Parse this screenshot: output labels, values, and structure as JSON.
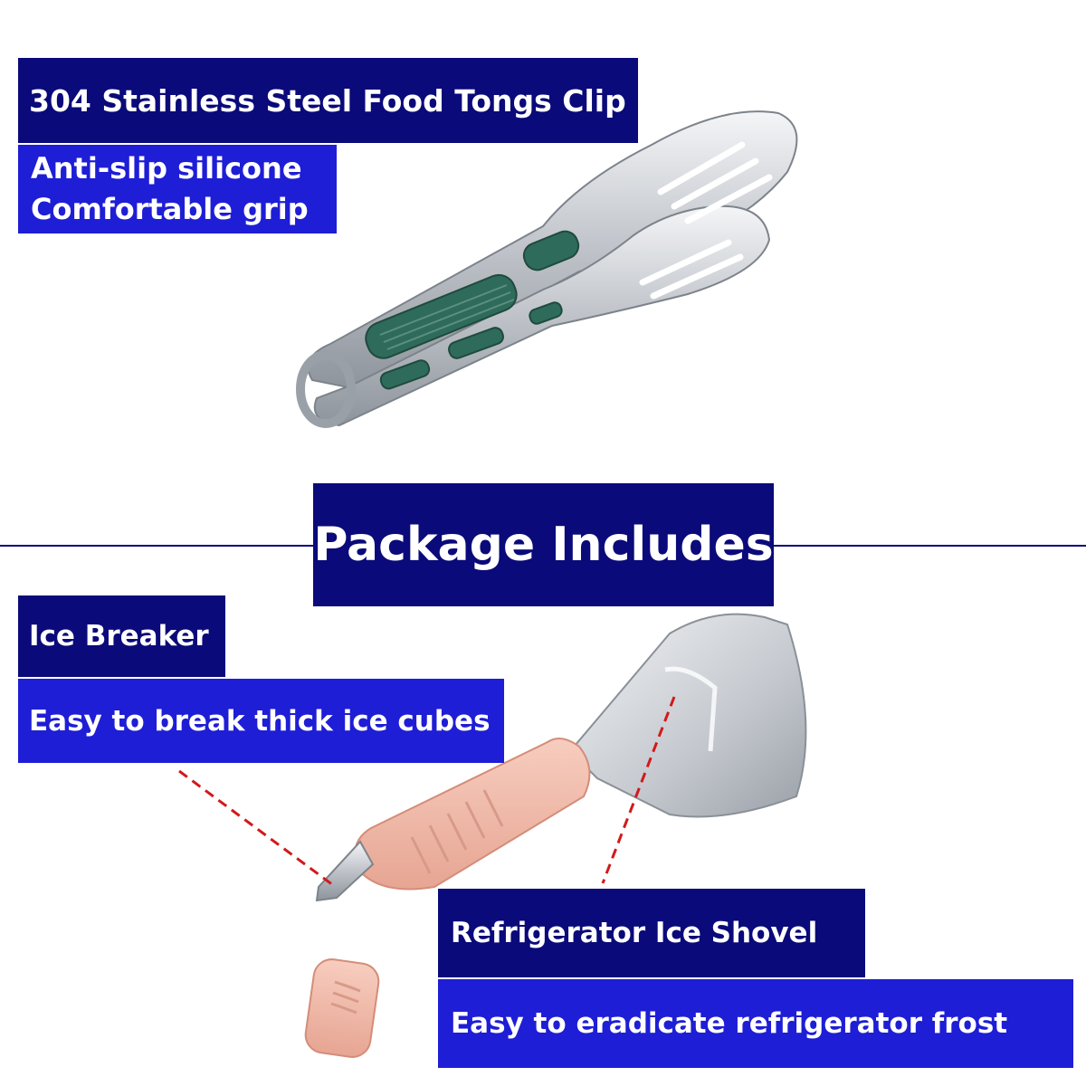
{
  "tongs": {
    "title": "304 Stainless Steel Food Tongs Clip",
    "feature_line1": "Anti-slip silicone",
    "feature_line2": "Comfortable grip"
  },
  "package": {
    "heading": "Package Includes"
  },
  "ice_breaker": {
    "title": "Ice Breaker",
    "description": "Easy to break thick ice cubes"
  },
  "ice_shovel": {
    "title": "Refrigerator Ice Shovel",
    "description": "Easy to eradicate refrigerator frost"
  },
  "colors": {
    "label_dark": "#0a0a7a",
    "label_blue": "#1e1ed6",
    "leader_line": "#d11a1a",
    "steel": "#c8ccd2",
    "silicone_green": "#2f6b5a",
    "handle_pink": "#f2b8a8"
  }
}
